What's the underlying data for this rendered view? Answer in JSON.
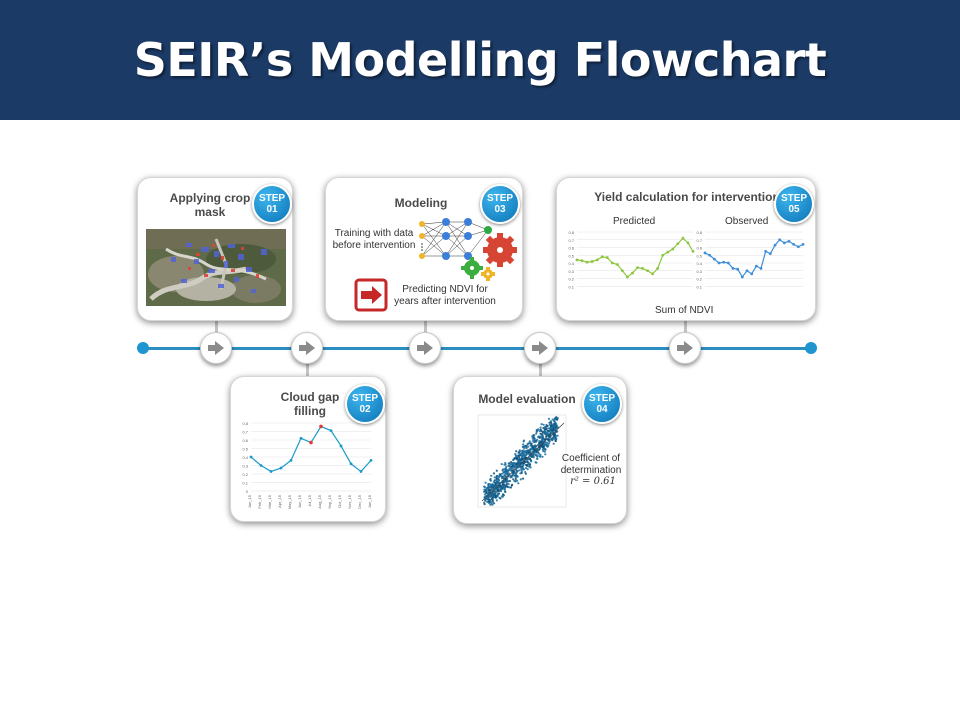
{
  "header": {
    "title": "SEIR’s Modelling Flowchart"
  },
  "colors": {
    "header_bg": "#1b3a66",
    "timeline": "#2a8fc0",
    "badge": "#1f8fd0",
    "predicted_line": "#8cc63f",
    "observed_line": "#3f8fd8",
    "gap_line": "#1b9bc8",
    "gap_fill": "#e53935"
  },
  "steps": [
    {
      "title": "Applying crop mask",
      "badge_word": "STEP",
      "badge_num": "01"
    },
    {
      "title": "Cloud gap filling",
      "badge_word": "STEP",
      "badge_num": "02"
    },
    {
      "title": "Modeling",
      "badge_word": "STEP",
      "badge_num": "03",
      "train_label": "Training with data before intervention",
      "predict_label": "Predicting NDVI for years after intervention"
    },
    {
      "title": "Model evaluation",
      "badge_word": "STEP",
      "badge_num": "04",
      "coef_label": "Coefficient of determination",
      "r2_label": "r² = 0.61"
    },
    {
      "title": "Yield calculation for intervention",
      "badge_word": "STEP",
      "badge_num": "05",
      "predicted_label": "Predicted",
      "observed_label": "Observed",
      "sum_label": "Sum of NDVI"
    }
  ],
  "chart_data": [
    {
      "type": "line",
      "x": [
        "Jan_15",
        "Feb_15",
        "Mar_15",
        "Apr_15",
        "May_15",
        "Jun_15",
        "Jul_15",
        "Aug_15",
        "Sep_15",
        "Oct_15",
        "Nov_15",
        "Dec_15",
        "Jan_16"
      ],
      "series": [
        {
          "values": [
            0.4,
            0.3,
            0.23,
            0.27,
            0.36,
            0.62,
            0.57,
            0.76,
            0.71,
            0.53,
            0.32,
            0.23,
            0.36
          ]
        }
      ],
      "filled_points": [
        6,
        7
      ],
      "ylim": [
        0,
        0.8
      ],
      "ytick_labels": [
        "0.8",
        "0.7",
        "0.6",
        "0.5",
        "0.4",
        "0.3",
        "0.2",
        "0.1",
        "0"
      ]
    },
    {
      "type": "line",
      "title": "Predicted",
      "series": [
        {
          "values": [
            0.44,
            0.43,
            0.41,
            0.42,
            0.44,
            0.48,
            0.47,
            0.4,
            0.38,
            0.3,
            0.22,
            0.27,
            0.34,
            0.33,
            0.3,
            0.26,
            0.33,
            0.5,
            0.54,
            0.58,
            0.65,
            0.72,
            0.66,
            0.55
          ]
        }
      ],
      "ylim": [
        0,
        0.8
      ],
      "ytick_labels": [
        "0.8",
        "0.7",
        "0.6",
        "0.5",
        "0.4",
        "0.3",
        "0.2",
        "0.1"
      ]
    },
    {
      "type": "line",
      "title": "Observed",
      "series": [
        {
          "values": [
            0.53,
            0.5,
            0.45,
            0.4,
            0.41,
            0.4,
            0.33,
            0.32,
            0.22,
            0.3,
            0.26,
            0.36,
            0.33,
            0.55,
            0.52,
            0.63,
            0.7,
            0.66,
            0.68,
            0.64,
            0.61,
            0.64
          ]
        }
      ],
      "ylim": [
        0,
        0.8
      ],
      "ytick_labels": [
        "0.8",
        "0.7",
        "0.6",
        "0.5",
        "0.4",
        "0.3",
        "0.2",
        "0.1"
      ]
    }
  ]
}
